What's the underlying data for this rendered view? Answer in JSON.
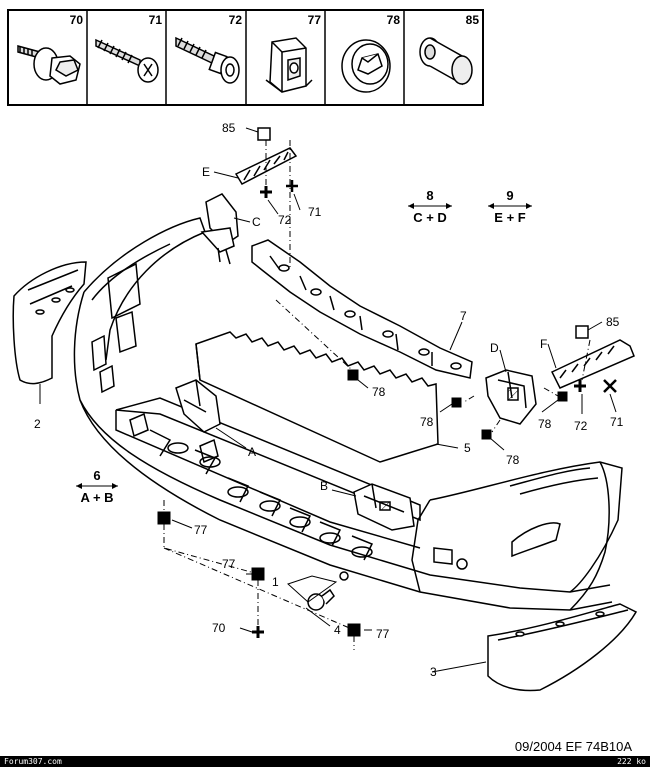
{
  "legend": {
    "cells": [
      {
        "number": "70",
        "icon": "bolt-with-washer-icon"
      },
      {
        "number": "71",
        "icon": "self-tapping-screw-icon"
      },
      {
        "number": "72",
        "icon": "screw-with-collar-icon"
      },
      {
        "number": "77",
        "icon": "clip-nut-icon"
      },
      {
        "number": "78",
        "icon": "grommet-icon"
      },
      {
        "number": "85",
        "icon": "plastic-rivet-icon"
      }
    ]
  },
  "groups": {
    "g8": {
      "number": "8",
      "combo": "C + D"
    },
    "g9": {
      "number": "9",
      "combo": "E + F"
    },
    "g6": {
      "number": "6",
      "combo": "A + B"
    }
  },
  "callouts": {
    "c85_top": "85",
    "cE": "E",
    "c72_top": "72",
    "c71_top": "71",
    "cC": "C",
    "c7": "7",
    "c78_center": "78",
    "cD": "D",
    "cF": "F",
    "c85_right": "85",
    "c78_r1": "78",
    "c78_r2": "78",
    "c72_right": "72",
    "c71_right": "71",
    "c78_r3": "78",
    "c5": "5",
    "cA": "A",
    "c2": "2",
    "cB": "B",
    "c77_a": "77",
    "c77_b": "77",
    "c1": "1",
    "c70": "70",
    "c4": "4",
    "c77_c": "77",
    "c3": "3"
  },
  "footer": {
    "reference": "09/2004   EF 74B10A",
    "site": "Forum307.com",
    "size": "222 ko"
  }
}
